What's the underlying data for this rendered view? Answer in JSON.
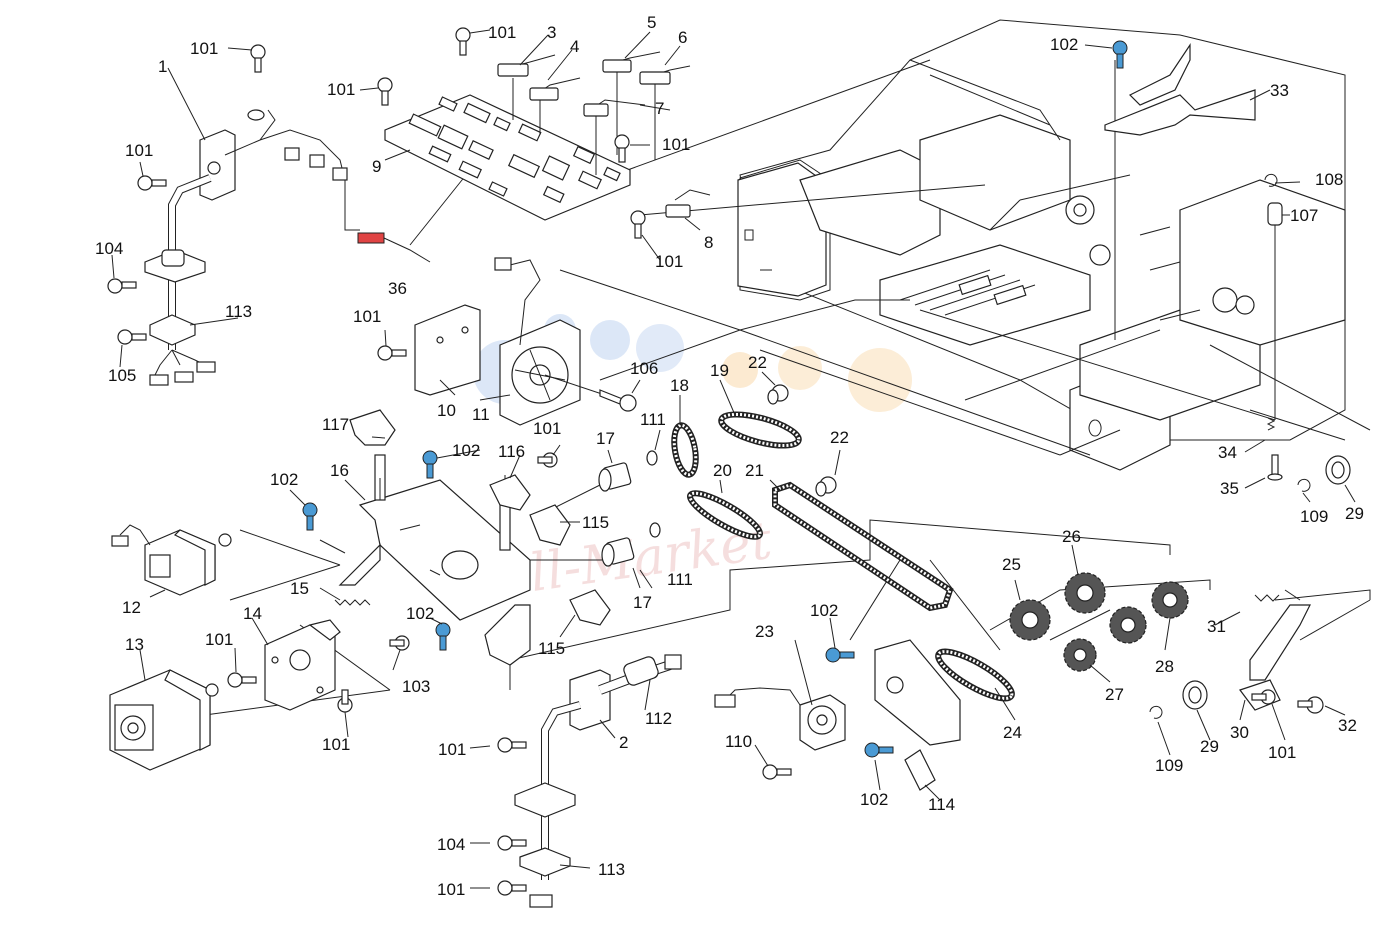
{
  "colors": {
    "line": "#222222",
    "blue_screw": "#4a9ad4",
    "red_connector": "#e04444",
    "watermark": "#d98080",
    "watermark_dots": [
      "#9bbbe8",
      "#f5c27a"
    ]
  },
  "watermark": "Pell-Market",
  "callouts": [
    {
      "key": "c101a",
      "text": "101"
    },
    {
      "key": "c1",
      "text": "1"
    },
    {
      "key": "c101b",
      "text": "101"
    },
    {
      "key": "c104a",
      "text": "104"
    },
    {
      "key": "c113a",
      "text": "113"
    },
    {
      "key": "c105",
      "text": "105"
    },
    {
      "key": "c101c",
      "text": "101"
    },
    {
      "key": "c101d",
      "text": "101"
    },
    {
      "key": "c3",
      "text": "3"
    },
    {
      "key": "c4",
      "text": "4"
    },
    {
      "key": "c5",
      "text": "5"
    },
    {
      "key": "c6",
      "text": "6"
    },
    {
      "key": "c7",
      "text": "7"
    },
    {
      "key": "c101e",
      "text": "101"
    },
    {
      "key": "c9",
      "text": "9"
    },
    {
      "key": "c8",
      "text": "8"
    },
    {
      "key": "c101f",
      "text": "101"
    },
    {
      "key": "c36",
      "text": "36"
    },
    {
      "key": "c102a",
      "text": "102"
    },
    {
      "key": "c33",
      "text": "33"
    },
    {
      "key": "c108",
      "text": "108"
    },
    {
      "key": "c107",
      "text": "107"
    },
    {
      "key": "c101g",
      "text": "101"
    },
    {
      "key": "c10",
      "text": "10"
    },
    {
      "key": "c11",
      "text": "11"
    },
    {
      "key": "c106",
      "text": "106"
    },
    {
      "key": "c18",
      "text": "18"
    },
    {
      "key": "c19",
      "text": "19"
    },
    {
      "key": "c22a",
      "text": "22"
    },
    {
      "key": "c22b",
      "text": "22"
    },
    {
      "key": "c117",
      "text": "117"
    },
    {
      "key": "c102b",
      "text": "102"
    },
    {
      "key": "c101h",
      "text": "101"
    },
    {
      "key": "c17a",
      "text": "17"
    },
    {
      "key": "c111a",
      "text": "111"
    },
    {
      "key": "c102c",
      "text": "102"
    },
    {
      "key": "c16",
      "text": "16"
    },
    {
      "key": "c116",
      "text": "116"
    },
    {
      "key": "c115a",
      "text": "115"
    },
    {
      "key": "c20",
      "text": "20"
    },
    {
      "key": "c21",
      "text": "21"
    },
    {
      "key": "c34",
      "text": "34"
    },
    {
      "key": "c35",
      "text": "35"
    },
    {
      "key": "c109a",
      "text": "109"
    },
    {
      "key": "c29a",
      "text": "29"
    },
    {
      "key": "c12",
      "text": "12"
    },
    {
      "key": "c15",
      "text": "15"
    },
    {
      "key": "c17b",
      "text": "17"
    },
    {
      "key": "c111b",
      "text": "111"
    },
    {
      "key": "c115b",
      "text": "115"
    },
    {
      "key": "c14",
      "text": "14"
    },
    {
      "key": "c102d",
      "text": "102"
    },
    {
      "key": "c13",
      "text": "13"
    },
    {
      "key": "c101i",
      "text": "101"
    },
    {
      "key": "c103",
      "text": "103"
    },
    {
      "key": "c101j",
      "text": "101"
    },
    {
      "key": "c25",
      "text": "25"
    },
    {
      "key": "c26",
      "text": "26"
    },
    {
      "key": "c31",
      "text": "31"
    },
    {
      "key": "c28",
      "text": "28"
    },
    {
      "key": "c27",
      "text": "27"
    },
    {
      "key": "c102e",
      "text": "102"
    },
    {
      "key": "c23",
      "text": "23"
    },
    {
      "key": "c112",
      "text": "112"
    },
    {
      "key": "c2",
      "text": "2"
    },
    {
      "key": "c101k",
      "text": "101"
    },
    {
      "key": "c110",
      "text": "110"
    },
    {
      "key": "c24",
      "text": "24"
    },
    {
      "key": "c102f",
      "text": "102"
    },
    {
      "key": "c114",
      "text": "114"
    },
    {
      "key": "c29b",
      "text": "29"
    },
    {
      "key": "c30",
      "text": "30"
    },
    {
      "key": "c32",
      "text": "32"
    },
    {
      "key": "c109b",
      "text": "109"
    },
    {
      "key": "c101l",
      "text": "101"
    },
    {
      "key": "c104b",
      "text": "104"
    },
    {
      "key": "c113b",
      "text": "113"
    },
    {
      "key": "c101m",
      "text": "101"
    }
  ]
}
